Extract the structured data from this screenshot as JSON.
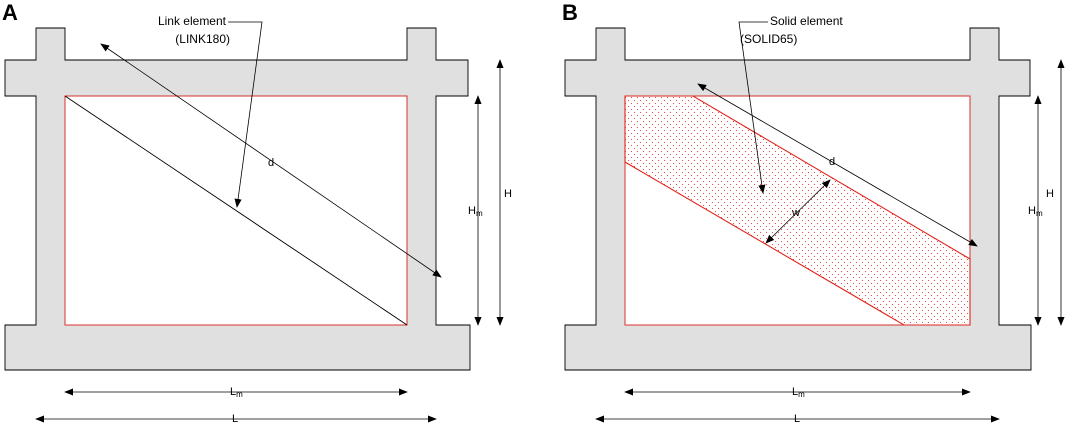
{
  "panels": [
    {
      "letter": "A",
      "callout_line1": "Link element",
      "callout_line2": "(LINK180)",
      "diag_label": "d",
      "height_label": "H",
      "inner_height_label": "H",
      "inner_height_sub": "m",
      "inner_width_label": "L",
      "inner_width_sub": "m",
      "width_label": "L"
    },
    {
      "letter": "B",
      "callout_line1": "Solid element",
      "callout_line2": "(SOLID65)",
      "diag_label": "d",
      "strut_width_label": "w",
      "height_label": "H",
      "inner_height_label": "H",
      "inner_height_sub": "m",
      "inner_width_label": "L",
      "inner_width_sub": "m",
      "width_label": "L"
    }
  ],
  "colors": {
    "frame_fill": "#e0e0e0",
    "infill_edge": "#d9322d",
    "solid_dots": "#e0241c"
  }
}
